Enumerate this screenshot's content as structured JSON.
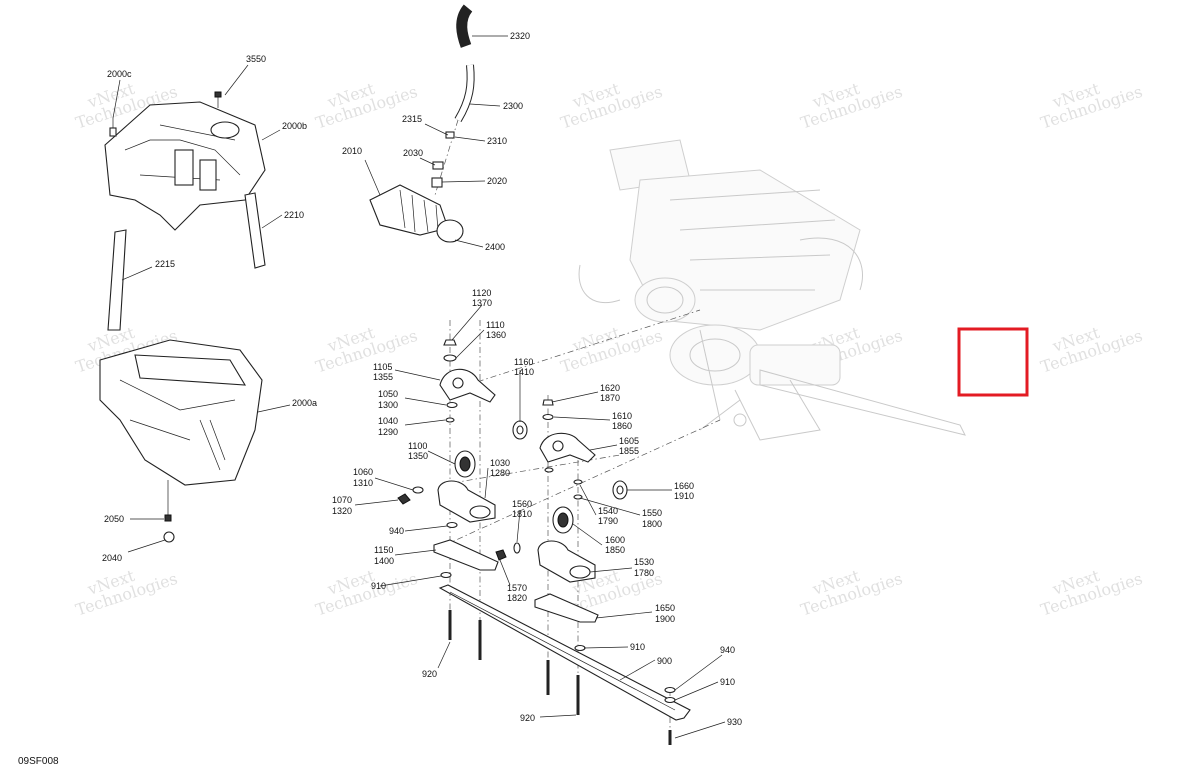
{
  "diagram": {
    "code": "09SF008",
    "watermark": {
      "line1": "vNext",
      "line2": "Technologies",
      "small": "vNext Technologies"
    },
    "highlight_color": "#e31b23",
    "callouts": [
      "2320",
      "2300",
      "2315",
      "2310",
      "2010",
      "2030",
      "2020",
      "2400",
      "3550",
      "2000c",
      "2000b",
      "2210",
      "2215",
      "2000a",
      "2050",
      "2040",
      "1120",
      "1370",
      "1110",
      "1360",
      "1105",
      "1355",
      "1160",
      "1410",
      "1050",
      "1300",
      "1620",
      "1870",
      "1040",
      "1290",
      "1610",
      "1860",
      "1605",
      "1855",
      "1100",
      "1350",
      "1030",
      "1280",
      "1060",
      "1310",
      "1660",
      "1910",
      "1070",
      "1320",
      "1560",
      "1810",
      "1540",
      "1790",
      "1550",
      "1800",
      "940",
      "1600",
      "1850",
      "1150",
      "1400",
      "1530",
      "1780",
      "910",
      "1570",
      "1820",
      "1650",
      "1900",
      "910",
      "900",
      "940",
      "920",
      "910",
      "920",
      "930"
    ]
  }
}
